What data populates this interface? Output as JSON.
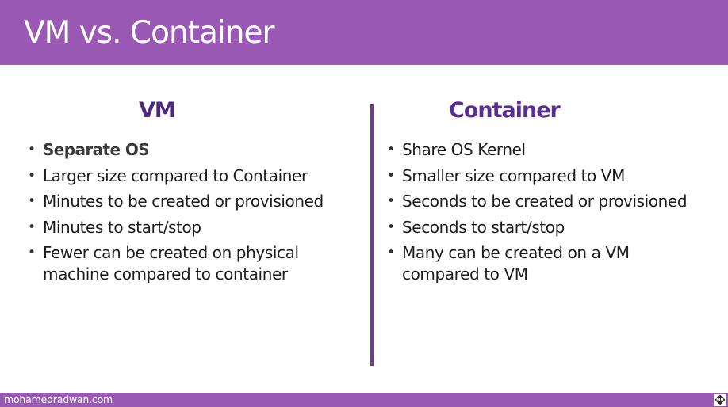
{
  "header": {
    "title": "VM vs. Container"
  },
  "columns": {
    "left": {
      "heading": "VM",
      "items": [
        {
          "lines": [
            "Separate OS"
          ],
          "bold": true
        },
        {
          "lines": [
            "Larger size compared to Container"
          ],
          "bold": false
        },
        {
          "lines": [
            "Minutes to be created or provisioned"
          ],
          "bold": false
        },
        {
          "lines": [
            "Minutes to start/stop"
          ],
          "bold": false
        },
        {
          "lines": [
            "Fewer can be created on physical",
            "machine compared to container"
          ],
          "bold": false
        }
      ]
    },
    "right": {
      "heading": "Container",
      "items": [
        {
          "lines": [
            "Share OS Kernel"
          ],
          "bold": false
        },
        {
          "lines": [
            "Smaller size compared to VM"
          ],
          "bold": false
        },
        {
          "lines": [
            "Seconds to be created or provisioned"
          ],
          "bold": false
        },
        {
          "lines": [
            "Seconds to start/stop"
          ],
          "bold": false
        },
        {
          "lines": [
            "Many can be created on a VM",
            "compared to VM"
          ],
          "bold": false
        }
      ]
    }
  },
  "colors": {
    "header_bg": "#9b59b6",
    "vm_heading": "#4b2a7b",
    "container_heading": "#5b2e91",
    "divider": "#6c3d8e"
  },
  "icons": {
    "footer_logo": "mr-logo-icon"
  },
  "footer": {
    "site": "mohamedradwan.com",
    "logo_text": "MR"
  }
}
